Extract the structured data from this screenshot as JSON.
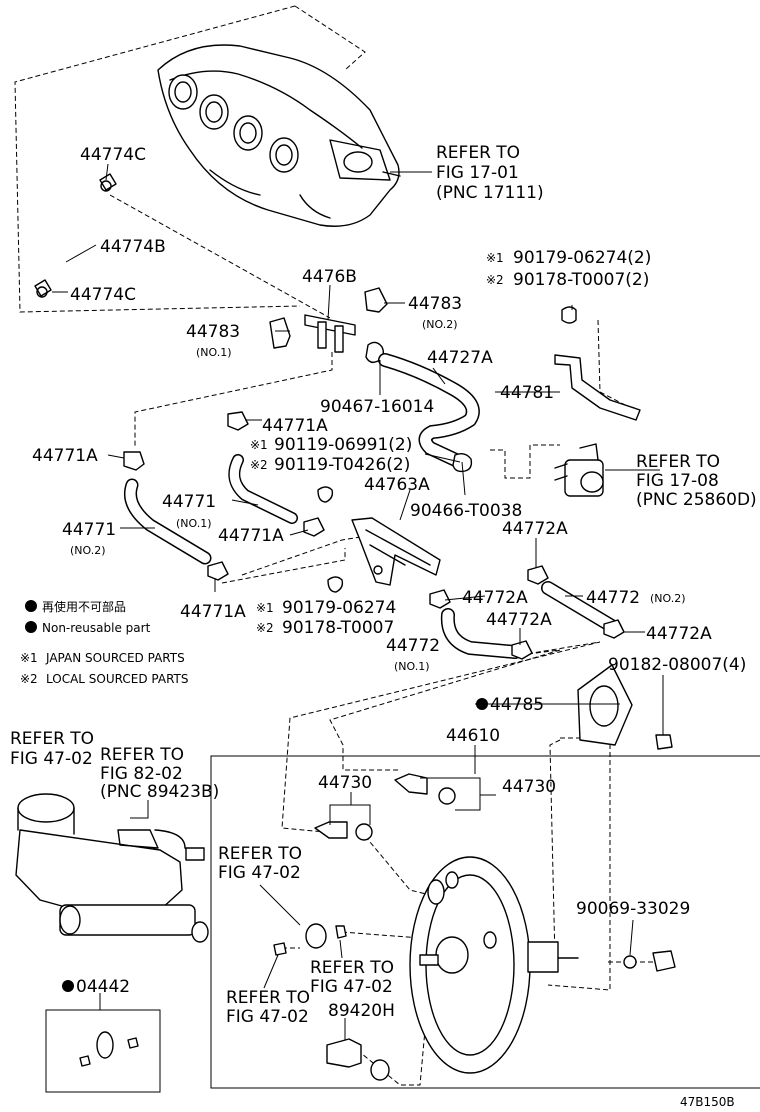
{
  "figure_code": "47B150B",
  "labels": {
    "p44774c_top": "44774C",
    "p44774b": "44774B",
    "p44774c_bot": "44774C",
    "refer_17_01": [
      "REFER TO",
      "FIG 17-01",
      "(PNC 17111)"
    ],
    "p4476b": "4476B",
    "p44783_left": "44783",
    "p44783_left_sub": "(NO.1)",
    "p44783_right": "44783",
    "p44783_right_sub": "(NO.2)",
    "bolt_90179_06274_2": "90179-06274(2)",
    "bolt_90178_t0007_2": "90178-T0007(2)",
    "p44727a": "44727A",
    "p44781": "44781",
    "p90467_16014": "90467-16014",
    "p44771a_1": "44771A",
    "clip_90119_06991_2": "90119-06991(2)",
    "clip_90119_t0426_2": "90119-T0426(2)",
    "refer_17_08": [
      "REFER TO",
      "FIG 17-08",
      "(PNC 25860D)"
    ],
    "p44771a_left": "44771A",
    "p44763a": "44763A",
    "p90466_t0038": "90466-T0038",
    "p44771_no1": "44771",
    "p44771_no1_sub": "(NO.1)",
    "p44771_no2": "44771",
    "p44771_no2_sub": "(NO.2)",
    "p44771a_mid": "44771A",
    "p44772a_1": "44772A",
    "p44772a_2": "44772A",
    "p44772_no2": "44772",
    "p44772_no2_sub": "(NO.2)",
    "p44771a_bot": "44771A",
    "bolt_90179_06274": "90179-06274",
    "bolt_90178_t0007": "90178-T0007",
    "p44772a_3": "44772A",
    "p44772a_4": "44772A",
    "p44772_no1": "44772",
    "p44772_no1_sub": "(NO.1)",
    "p90182_08007_4": "90182-08007(4)",
    "p44785": "44785",
    "p44610": "44610",
    "p44730_left": "44730",
    "p44730_right": "44730",
    "refer_47_02_a": [
      "REFER TO",
      "FIG 47-02"
    ],
    "refer_82_02": [
      "REFER TO",
      "FIG 82-02",
      "(PNC 89423B)"
    ],
    "refer_47_02_b": [
      "REFER TO",
      "FIG 47-02"
    ],
    "p90069_33029": "90069-33029",
    "refer_47_02_c": [
      "REFER TO",
      "FIG 47-02"
    ],
    "refer_47_02_d": [
      "REFER TO",
      "FIG 47-02"
    ],
    "p89420h": "89420H",
    "p04442": "04442"
  },
  "legend": {
    "nonreusable_jp": "再使用不可部品",
    "nonreusable_en": "Non-reusable part",
    "japan_sourced": "JAPAN SOURCED PARTS",
    "local_sourced": "LOCAL SOURCED PARTS",
    "mark1": "※1",
    "mark2": "※2"
  }
}
